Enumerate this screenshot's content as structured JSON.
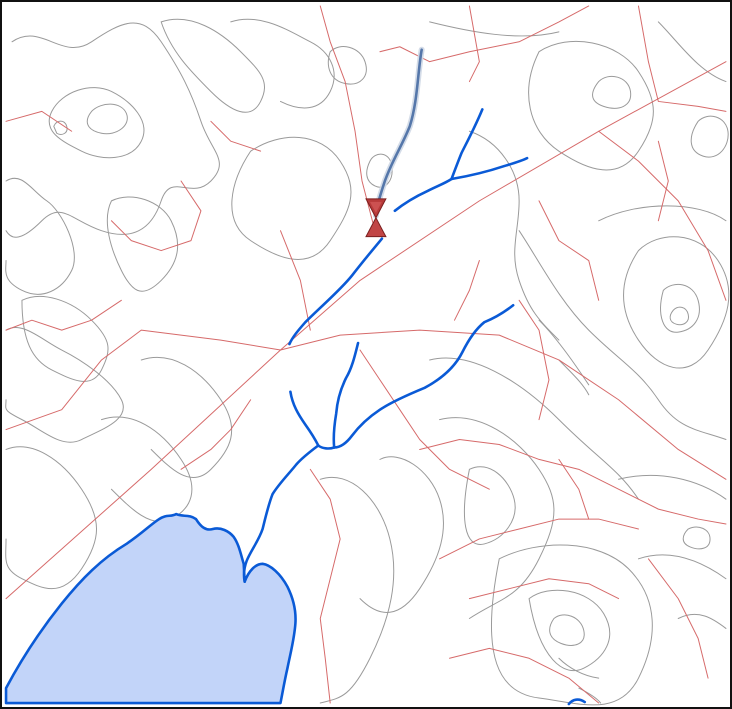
{
  "map": {
    "colors": {
      "background": "#ffffff",
      "frame": "#111111",
      "contour": "#9a9a9a",
      "road": "#d66a6a",
      "stream": "#0a5ad6",
      "stream_selected": "#5577aa",
      "lake_fill": "#c2d4f9",
      "lake_outline": "#0a5ad6",
      "marker_fill": "#b83a3a",
      "marker_outline": "#7a1f1f"
    },
    "layers": [
      "contours",
      "roads",
      "streams",
      "lake"
    ],
    "marker": {
      "icon": "hourglass-marker-icon"
    }
  }
}
